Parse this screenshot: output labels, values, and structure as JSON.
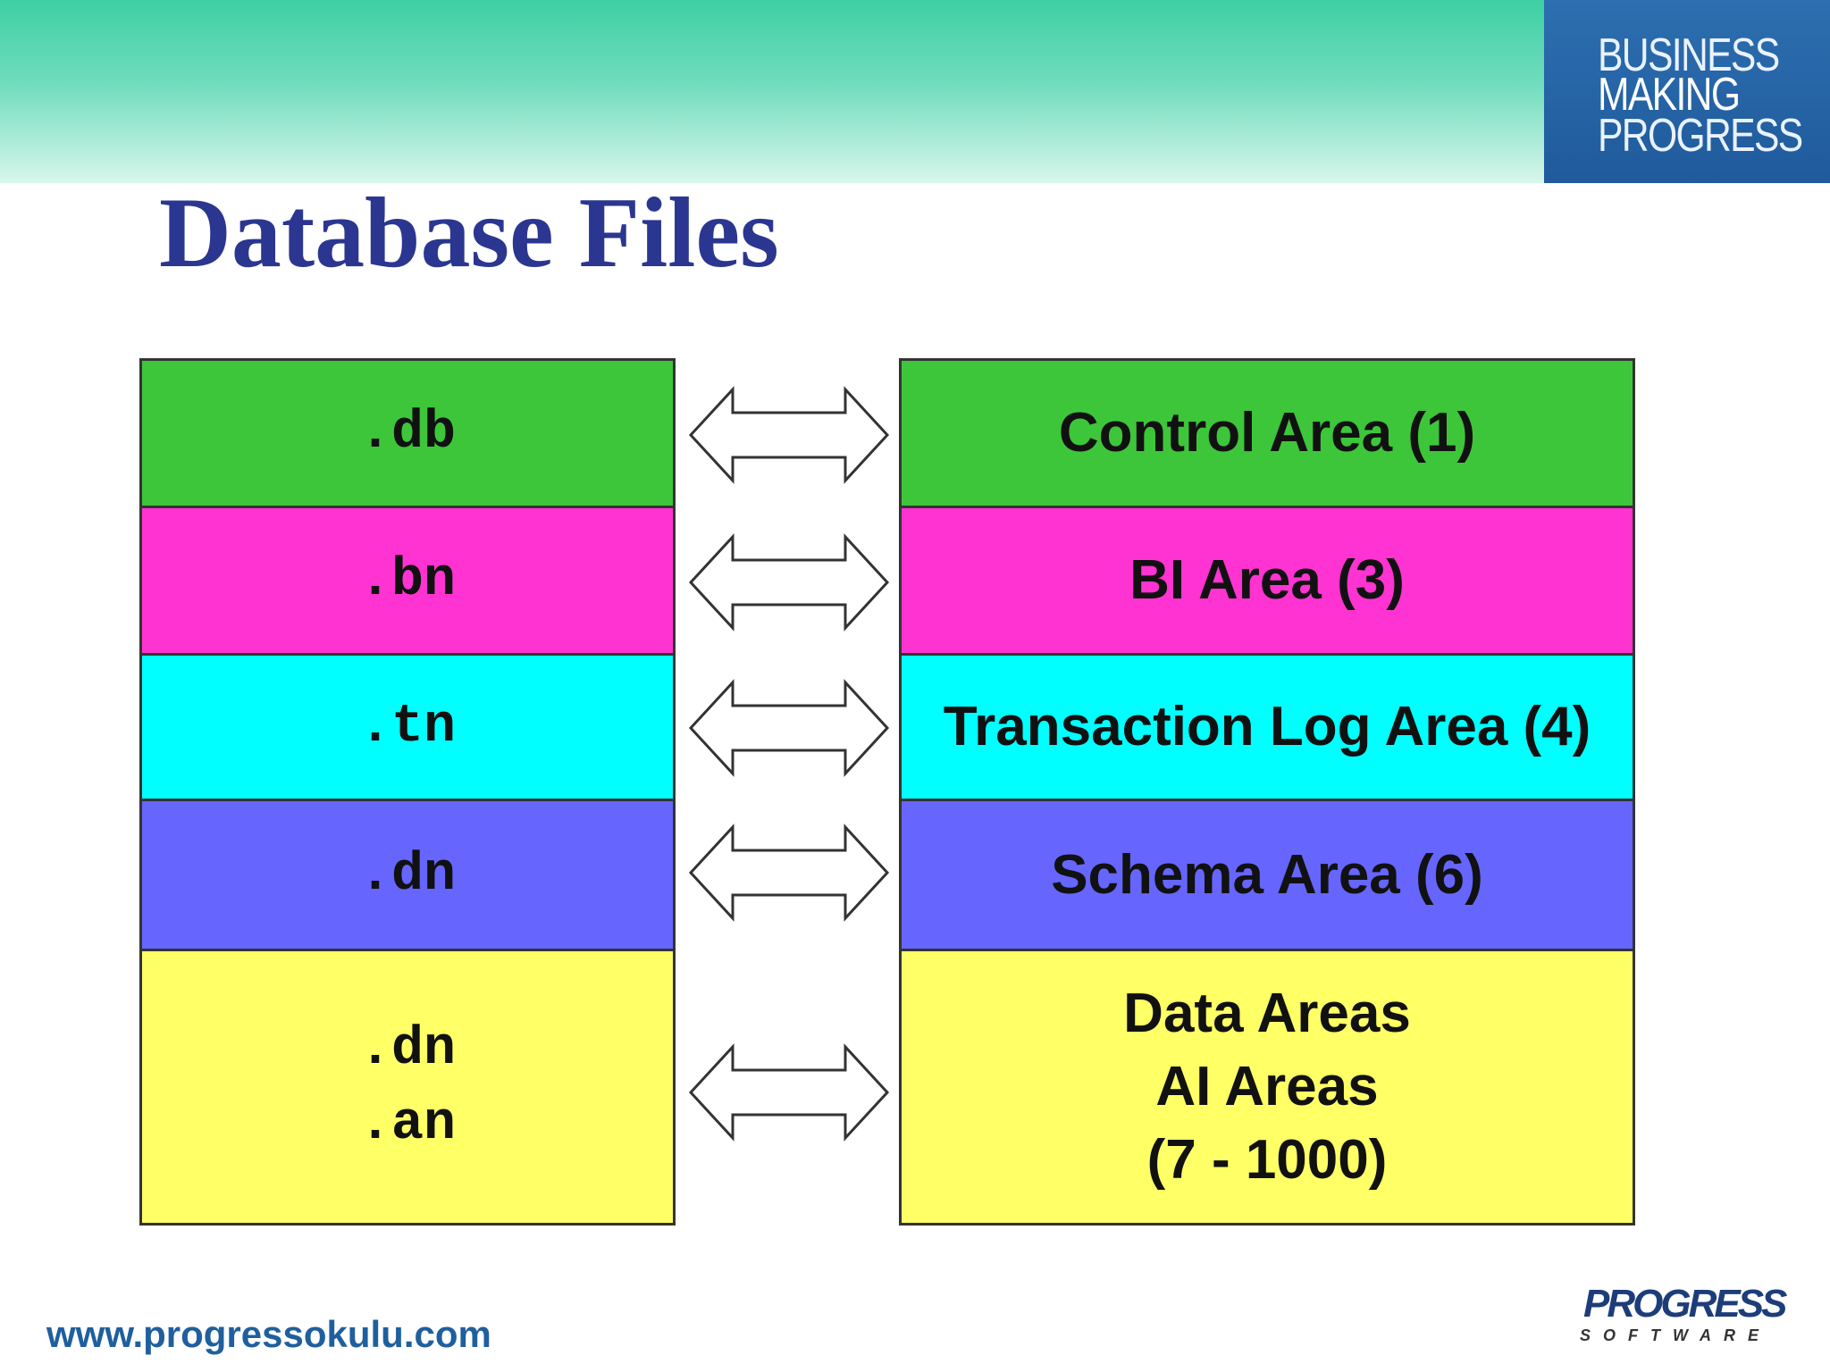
{
  "header": {
    "brand_lines": [
      "BUSINESS",
      "MAKING",
      "PROGRESS"
    ]
  },
  "title": "Database Files",
  "mappings": [
    {
      "extensions": [
        ".db"
      ],
      "area_lines": [
        "Control Area (1)"
      ],
      "color": "#3dc63a"
    },
    {
      "extensions": [
        ".bn"
      ],
      "area_lines": [
        "BI Area (3)"
      ],
      "color": "#ff33d2"
    },
    {
      "extensions": [
        ".tn"
      ],
      "area_lines": [
        "Transaction Log Area (4)"
      ],
      "color": "#00ffff"
    },
    {
      "extensions": [
        ".dn"
      ],
      "area_lines": [
        "Schema Area (6)"
      ],
      "color": "#6666ff"
    },
    {
      "extensions": [
        ".dn",
        ".an"
      ],
      "area_lines": [
        "Data Areas",
        "AI Areas",
        "(7 - 1000)"
      ],
      "color": "#ffff66"
    }
  ],
  "footer": {
    "url": "www.progressokulu.com",
    "logo_main": "PROGRESS",
    "logo_sub": "SOFTWARE"
  },
  "icons": {
    "connector": "double-headed-arrow-icon"
  }
}
